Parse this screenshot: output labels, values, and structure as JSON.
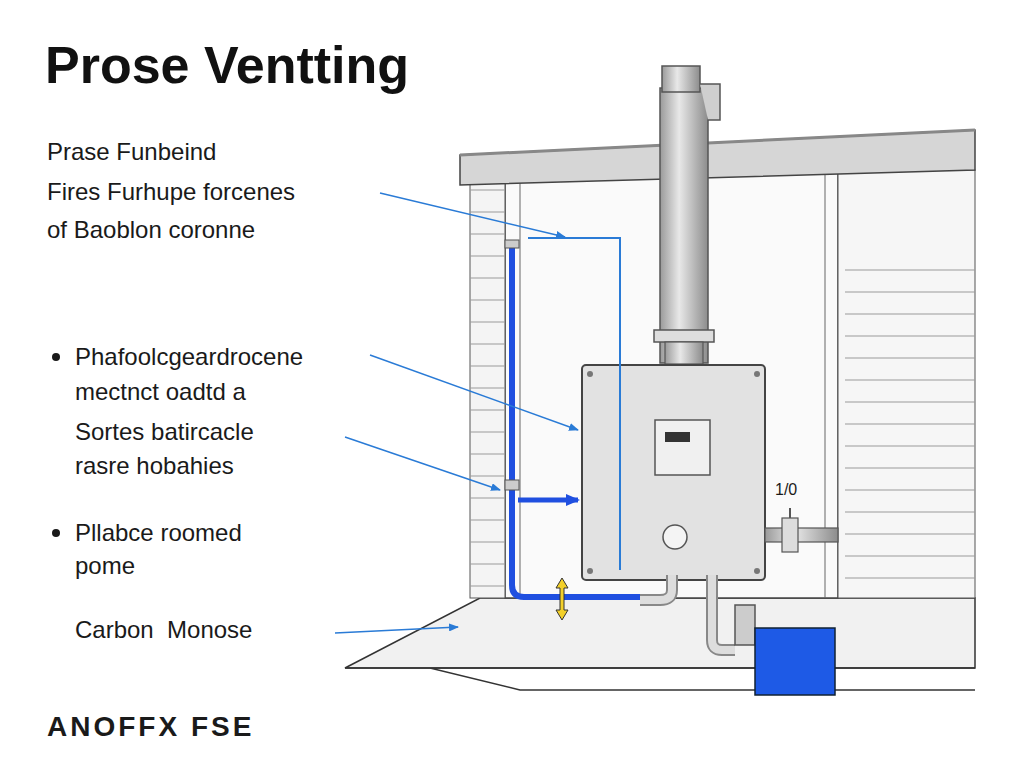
{
  "diagram": {
    "title": "Prose Ventting",
    "labels": [
      "Prase Funbeind",
      "Fires Furhupe forcenes",
      "of Baoblon coronne",
      "Phafoolcgeardrocene",
      "mectnct oadtd a",
      "Sortes batircacle",
      "rasre hobahies",
      "Pllabce roomed",
      "pome",
      "1/0",
      "Carbon  Monose",
      "ANOFFX FSE"
    ]
  }
}
